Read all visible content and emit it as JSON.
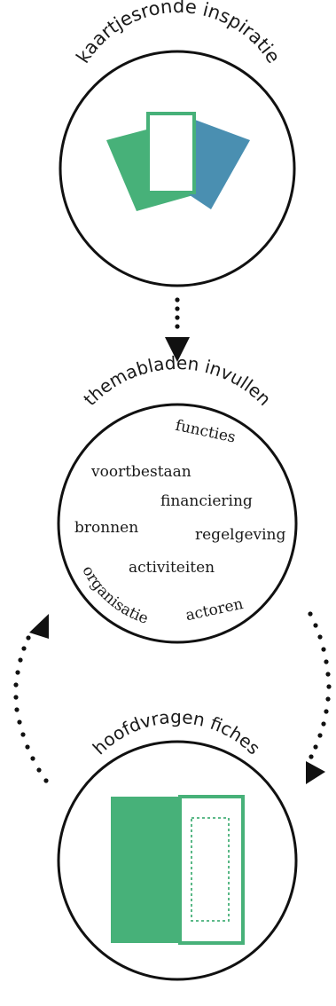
{
  "stages": {
    "inspiration": {
      "title": "kaartjesronde inspiratie"
    },
    "themes": {
      "title": "themabladen invullen",
      "words": {
        "functies": "functies",
        "voortbestaan": "voortbestaan",
        "financiering": "financiering",
        "bronnen": "bronnen",
        "regelgeving": "regelgeving",
        "activiteiten": "activiteiten",
        "organisatie": "organisatie",
        "actoren": "actoren"
      }
    },
    "questions": {
      "title": "hoofdvragen fiches"
    }
  },
  "colors": {
    "green": "#47b179",
    "blue": "#4a8fb1",
    "ink": "#111111"
  }
}
